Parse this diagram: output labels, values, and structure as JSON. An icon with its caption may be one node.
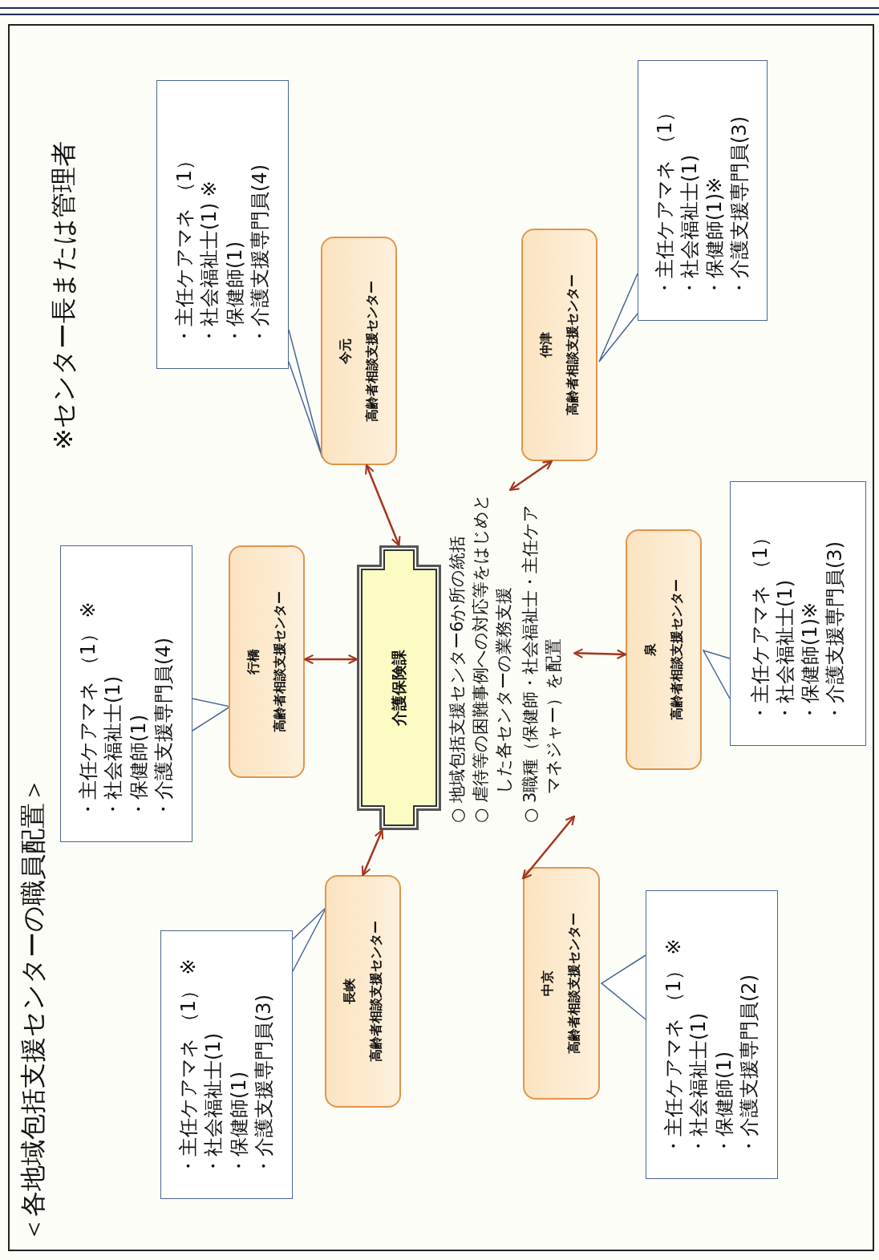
{
  "diagram": {
    "title": "＜各地域包括支援センターの職員配置＞",
    "nodes": [
      {
        "text": [
          "介護保険課"
        ]
      },
      {
        "text": [
          "○ 地域包括支援センター6か所の統括",
          "○ 虐待等の困難事例への対応等をはじめとした各センターの業務支援",
          "○ 3職種（保健師・社会福祉士・主任ケアマネジャー）を配置"
        ]
      },
      {
        "text": [
          "行橋",
          "高齢者相談支援センター"
        ]
      },
      {
        "text": [
          "今元",
          "高齢者相談支援センター"
        ]
      },
      {
        "text": [
          "仲津",
          "高齢者相談支援センター"
        ]
      },
      {
        "text": [
          "泉",
          "高齢者相談支援センター"
        ]
      },
      {
        "text": [
          "中京",
          "高齢者相談支援センター"
        ]
      },
      {
        "text": [
          "長峡",
          "高齢者相談支援センター"
        ]
      },
      {
        "text": [
          "・主任ケアマネ （1） ※",
          "・社会福祉士(1)",
          "・保健師(1)",
          "・介護支援専門員(4)"
        ]
      },
      {
        "text": [
          "・主任ケアマネ （1）",
          "・社会福祉士(1) ※",
          "・保健師(1)",
          "・介護支援専門員(4)"
        ]
      },
      {
        "text": [
          "・主任ケアマネ （1）",
          "・社会福祉士(1)",
          "・保健師(1)※",
          "・介護支援専門員(3)"
        ]
      },
      {
        "text": [
          "・主任ケアマネ （1）",
          "・社会福祉士(1)",
          "・保健師(1)※",
          "・介護支援専門員(3)"
        ]
      },
      {
        "text": [
          "・主任ケアマネ （1） ※",
          "・社会福祉士(1)",
          "・保健師(1)",
          "・介護支援専門員(2)"
        ]
      },
      {
        "text": [
          "・主任ケアマネ （1） ※",
          "・社会福祉士(1)",
          "・保健師(1)",
          "・介護支援専門員(3)"
        ]
      }
    ],
    "edges": [
      {
        "from": 0,
        "to": 2,
        "arrow": "both"
      },
      {
        "from": 0,
        "to": 3,
        "arrow": "both"
      },
      {
        "from": 1,
        "to": 4,
        "arrow": "both"
      },
      {
        "from": 1,
        "to": 5,
        "arrow": "both"
      },
      {
        "from": 1,
        "to": 6,
        "arrow": "both"
      },
      {
        "from": 0,
        "to": 7,
        "arrow": "both"
      }
    ],
    "labels": [
      "※センター長または管理者"
    ]
  }
}
